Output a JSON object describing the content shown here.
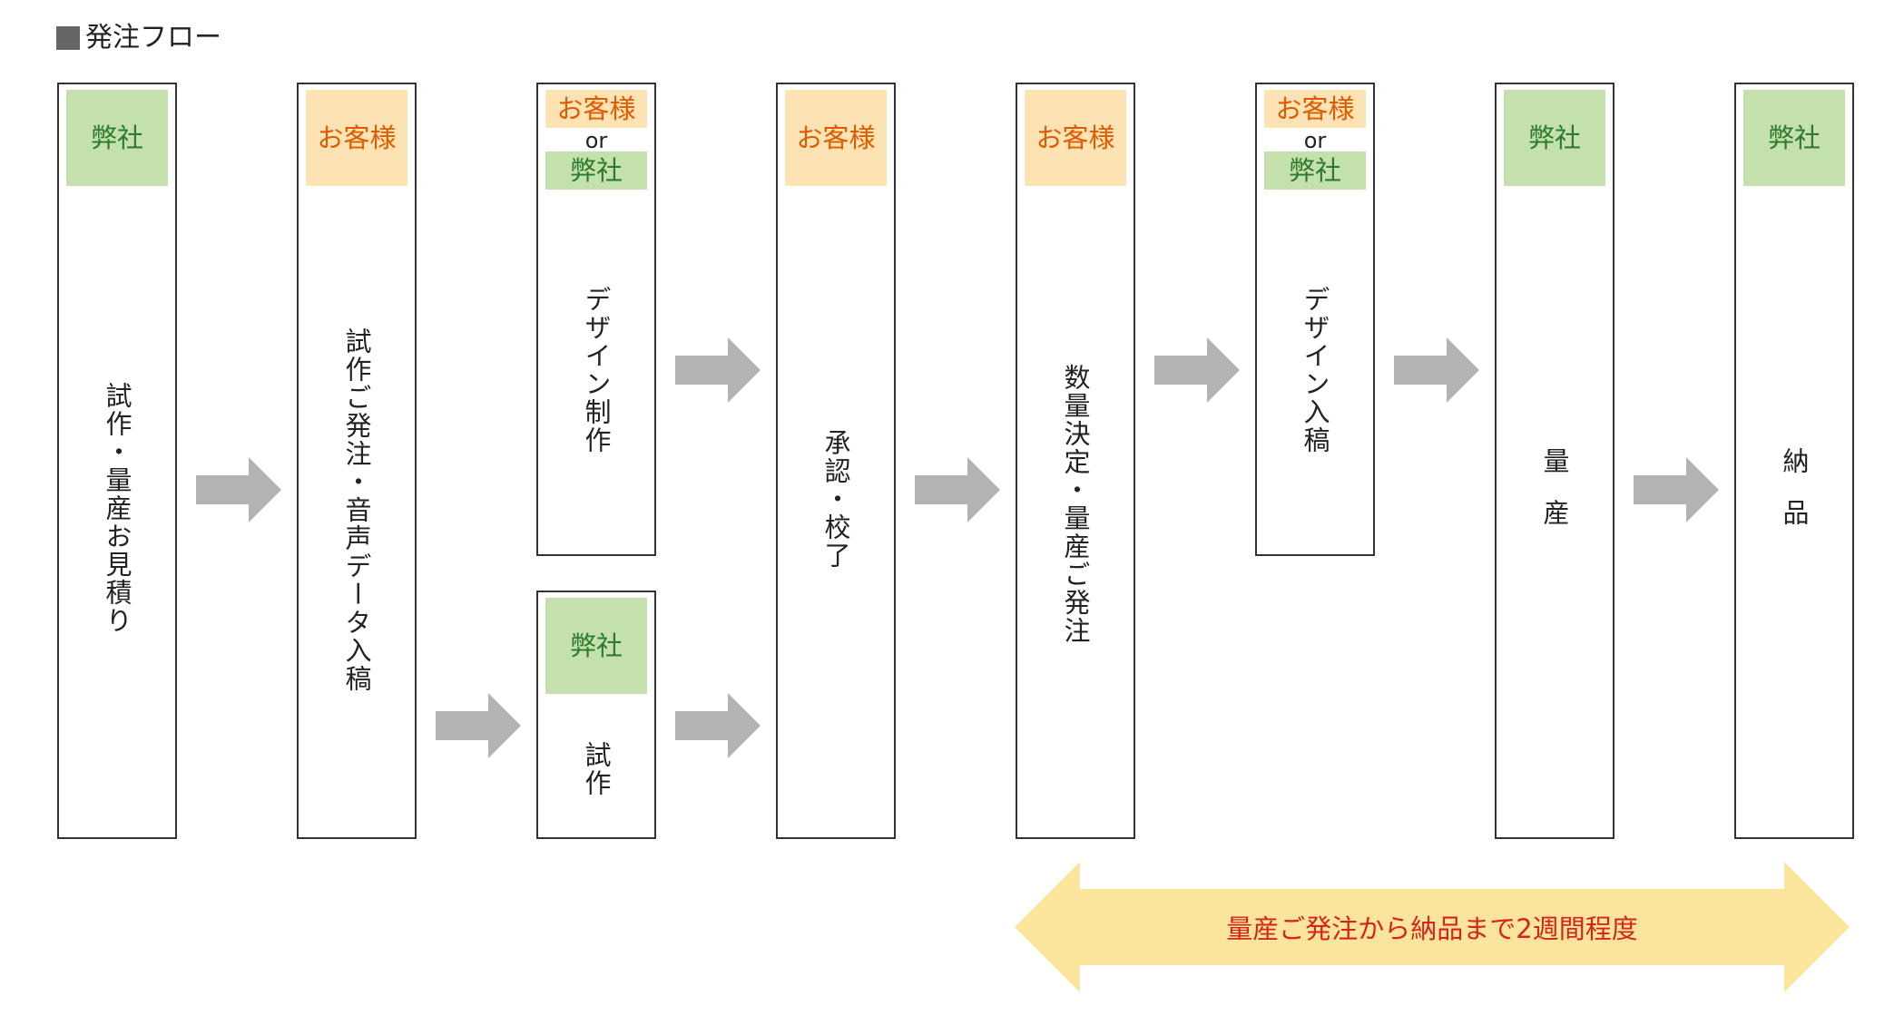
{
  "title": "発注フロー",
  "labels": {
    "company": "弊社",
    "customer": "お客様",
    "or": "or"
  },
  "steps": [
    "試作・量産お見積り",
    "試作ご発注・音声データ入稿",
    "デザイン制作",
    "試作",
    "承認・校了",
    "数量決定・量産ご発注",
    "デザイン入稿",
    "量産",
    "納品"
  ],
  "duration_note": "量産ご発注から納品まで2週間程度",
  "colors": {
    "company_bg": "#c4e0ad",
    "company_text": "#2c7a2c",
    "customer_bg": "#fde2b4",
    "customer_text": "#e05a00",
    "arrow": "#b3b3b3",
    "duration_bg": "#fbe59d",
    "duration_text": "#d6241c"
  }
}
